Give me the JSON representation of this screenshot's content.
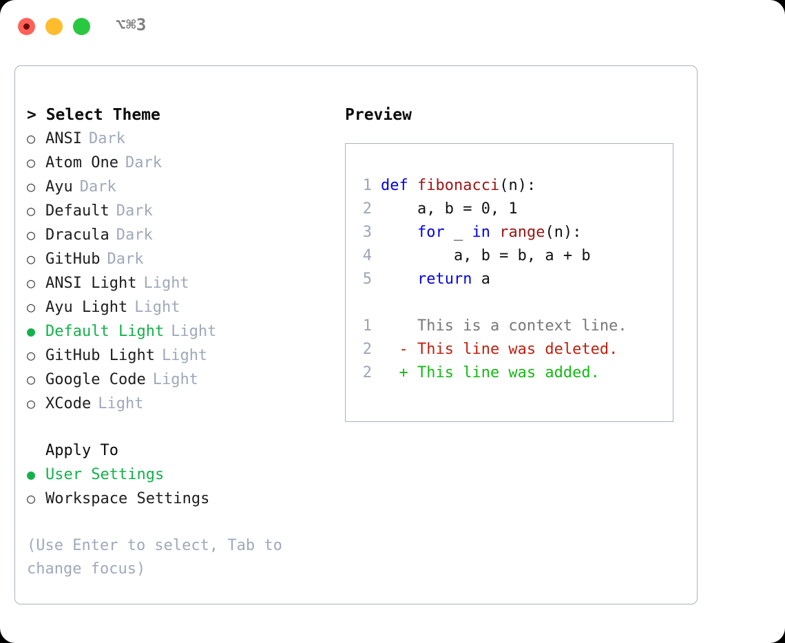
{
  "titlebar": {
    "shortcut": "⌥⌘3",
    "buttons": [
      {
        "name": "close",
        "color": "#ff6159"
      },
      {
        "name": "minimize",
        "color": "#ffbd2e"
      },
      {
        "name": "maximize",
        "color": "#28c840"
      }
    ]
  },
  "theme_picker": {
    "heading": "> Select Theme",
    "marker_unselected": "○",
    "marker_selected": "●",
    "items": [
      {
        "label": "ANSI",
        "suffix": "Dark",
        "selected": false
      },
      {
        "label": "Atom One",
        "suffix": "Dark",
        "selected": false
      },
      {
        "label": "Ayu",
        "suffix": "Dark",
        "selected": false
      },
      {
        "label": "Default",
        "suffix": "Dark",
        "selected": false
      },
      {
        "label": "Dracula",
        "suffix": "Dark",
        "selected": false
      },
      {
        "label": "GitHub",
        "suffix": "Dark",
        "selected": false
      },
      {
        "label": "ANSI Light",
        "suffix": "Light",
        "selected": false
      },
      {
        "label": "Ayu Light",
        "suffix": "Light",
        "selected": false
      },
      {
        "label": "Default Light",
        "suffix": "Light",
        "selected": true
      },
      {
        "label": "GitHub Light",
        "suffix": "Light",
        "selected": false
      },
      {
        "label": "Google Code",
        "suffix": "Light",
        "selected": false
      },
      {
        "label": "XCode",
        "suffix": "Light",
        "selected": false
      }
    ]
  },
  "apply_to": {
    "heading": "Apply To",
    "items": [
      {
        "label": "User Settings",
        "selected": true
      },
      {
        "label": "Workspace Settings",
        "selected": false
      }
    ]
  },
  "hint": "(Use Enter to select, Tab to change focus)",
  "preview": {
    "title": "Preview",
    "code_lines": [
      {
        "no": "1",
        "tokens": [
          {
            "t": "def ",
            "c": "kw"
          },
          {
            "t": "fibonacci",
            "c": "fn"
          },
          {
            "t": "(n):",
            "c": "plain"
          }
        ]
      },
      {
        "no": "2",
        "tokens": [
          {
            "t": "    a, b = 0, 1",
            "c": "plain"
          }
        ]
      },
      {
        "no": "3",
        "tokens": [
          {
            "t": "    ",
            "c": "plain"
          },
          {
            "t": "for",
            "c": "kw"
          },
          {
            "t": " _ ",
            "c": "plain"
          },
          {
            "t": "in",
            "c": "kw"
          },
          {
            "t": " ",
            "c": "plain"
          },
          {
            "t": "range",
            "c": "fn"
          },
          {
            "t": "(n):",
            "c": "plain"
          }
        ]
      },
      {
        "no": "4",
        "tokens": [
          {
            "t": "        a, b = b, a + b",
            "c": "plain"
          }
        ]
      },
      {
        "no": "5",
        "tokens": [
          {
            "t": "    ",
            "c": "plain"
          },
          {
            "t": "return",
            "c": "kw"
          },
          {
            "t": " a",
            "c": "plain"
          }
        ]
      }
    ],
    "diff_lines": [
      {
        "no": "1",
        "sign": " ",
        "text": "This is a context line.",
        "kind": "ctx"
      },
      {
        "no": "2",
        "sign": "-",
        "text": "This line was deleted.",
        "kind": "del"
      },
      {
        "no": "2",
        "sign": "+",
        "text": "This line was added.",
        "kind": "add"
      }
    ]
  },
  "colors": {
    "selected_green": "#11b24a",
    "muted": "#9fa9ba",
    "border": "#a8b2c2",
    "keyword": "#0000ee",
    "function": "#a01414",
    "diff_added": "#12bb12",
    "diff_deleted": "#c0200f"
  }
}
